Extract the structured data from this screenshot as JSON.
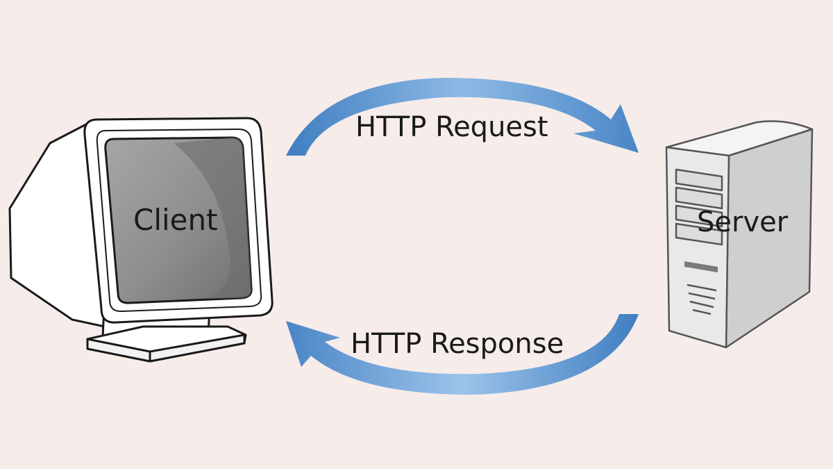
{
  "labels": {
    "request": "HTTP Request",
    "response": "HTTP Response",
    "client": "Client",
    "server": "Server"
  },
  "colors": {
    "background": "#f6ecea",
    "arrow_light": "#8db9e6",
    "arrow_dark": "#3f7ec0",
    "screen": "#8a8a8a",
    "server_body": "#e7e7e7"
  },
  "icons": {
    "client": "crt-monitor-icon",
    "server": "server-tower-icon"
  }
}
